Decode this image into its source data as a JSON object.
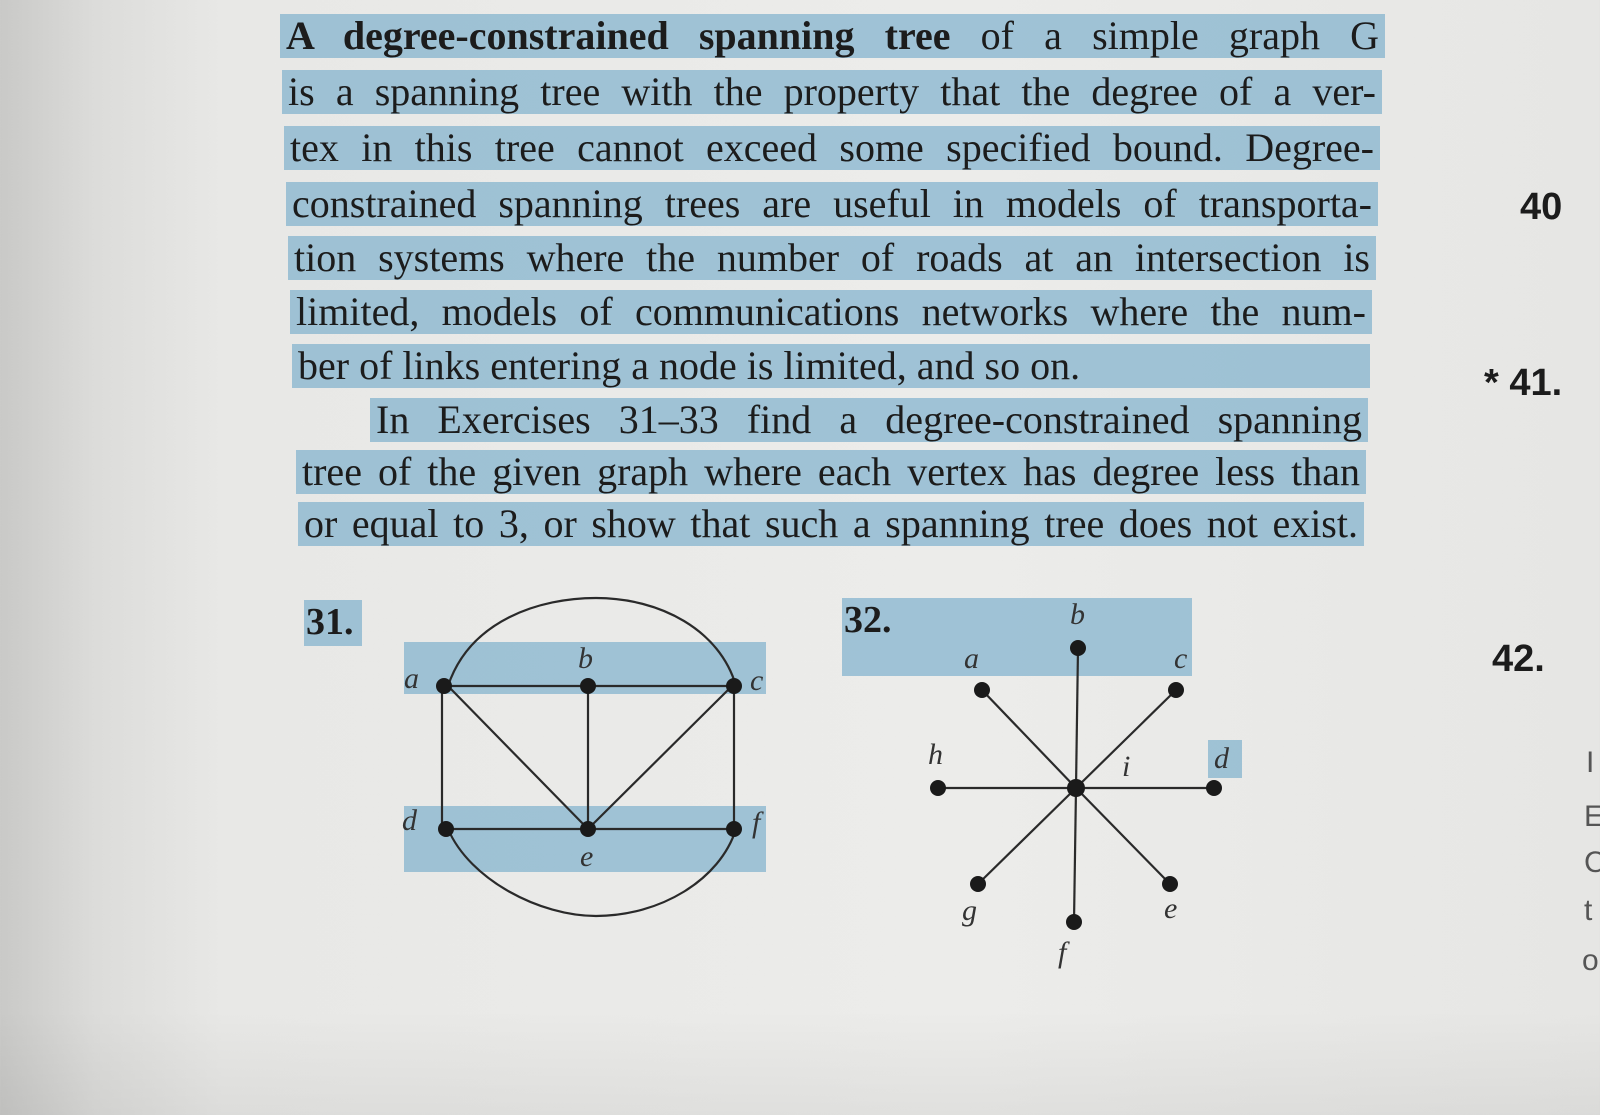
{
  "paragraph_lines": [
    {
      "bold": "A degree-constrained spanning tree",
      "rest": " of a simple graph G"
    },
    {
      "bold": "",
      "rest": "is a spanning tree with the property that the degree of a ver-"
    },
    {
      "bold": "",
      "rest": "tex in this tree cannot exceed some specified bound. Degree-"
    },
    {
      "bold": "",
      "rest": "constrained spanning trees are useful in models of transporta-"
    },
    {
      "bold": "",
      "rest": "tion systems where the number of roads at an intersection is"
    },
    {
      "bold": "",
      "rest": "limited, models of communications networks where the num-"
    },
    {
      "bold": "",
      "rest": "ber of links entering a node is limited, and so on."
    }
  ],
  "instruction_lines": [
    "In Exercises 31–33 find a degree-constrained spanning",
    "tree of the given graph where each vertex has degree less than",
    "or equal to 3, or show that such a spanning tree does not exist."
  ],
  "exercise_31": {
    "number": "31.",
    "labels": {
      "a": "a",
      "b": "b",
      "c": "c",
      "d": "d",
      "e": "e",
      "f": "f"
    }
  },
  "exercise_32": {
    "number": "32.",
    "labels": {
      "a": "a",
      "b": "b",
      "c": "c",
      "d": "d",
      "e": "e",
      "f": "f",
      "g": "g",
      "h": "h",
      "i": "i"
    }
  },
  "side_numbers": {
    "n40": "40",
    "n41": "* 41.",
    "n42": "42."
  },
  "side_fragments": [
    "I",
    "E",
    "C",
    "t",
    "o"
  ],
  "colors": {
    "highlight": "#60a0c4",
    "ink": "#1c1c1c"
  }
}
